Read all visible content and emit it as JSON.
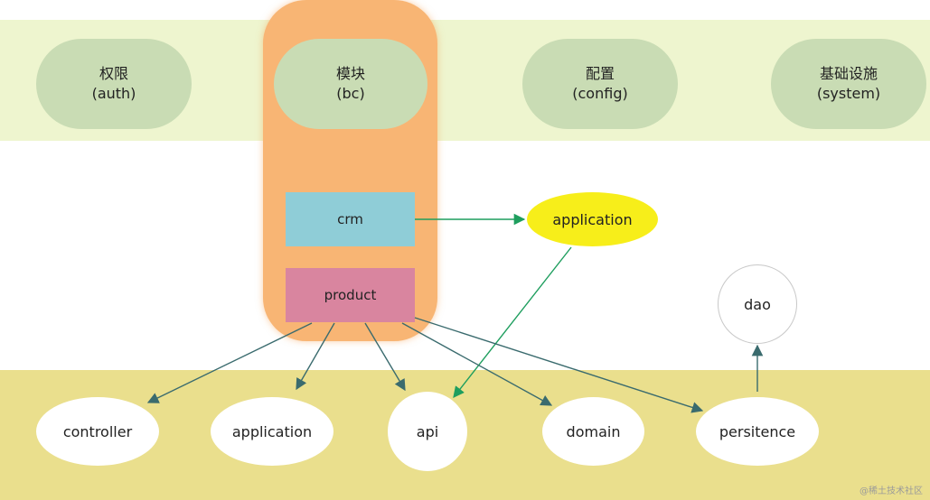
{
  "top_layer": {
    "auth": {
      "name": "权限",
      "code": "(auth)"
    },
    "bc": {
      "name": "模块",
      "code": "(bc)"
    },
    "config": {
      "name": "配置",
      "code": "(config)"
    },
    "system": {
      "name": "基础设施",
      "code": "(system)"
    }
  },
  "module": {
    "crm": "crm",
    "product": "product"
  },
  "external": {
    "application": "application",
    "dao": "dao"
  },
  "bottom_layer": {
    "controller": "controller",
    "application": "application",
    "api": "api",
    "domain": "domain",
    "persistence": "persitence"
  },
  "watermark": "@稀土技术社区",
  "colors": {
    "top_band": "#eef5cf",
    "bottom_band": "#eadf8d",
    "module_column": "#f8b574",
    "pill": "#c9dcb4",
    "crm_box": "#8fcdd7",
    "product_box": "#d9859f",
    "application_ellipse": "#f7ee1a",
    "arrow_dark": "#3a6b6e",
    "arrow_green": "#1e9e5e"
  }
}
